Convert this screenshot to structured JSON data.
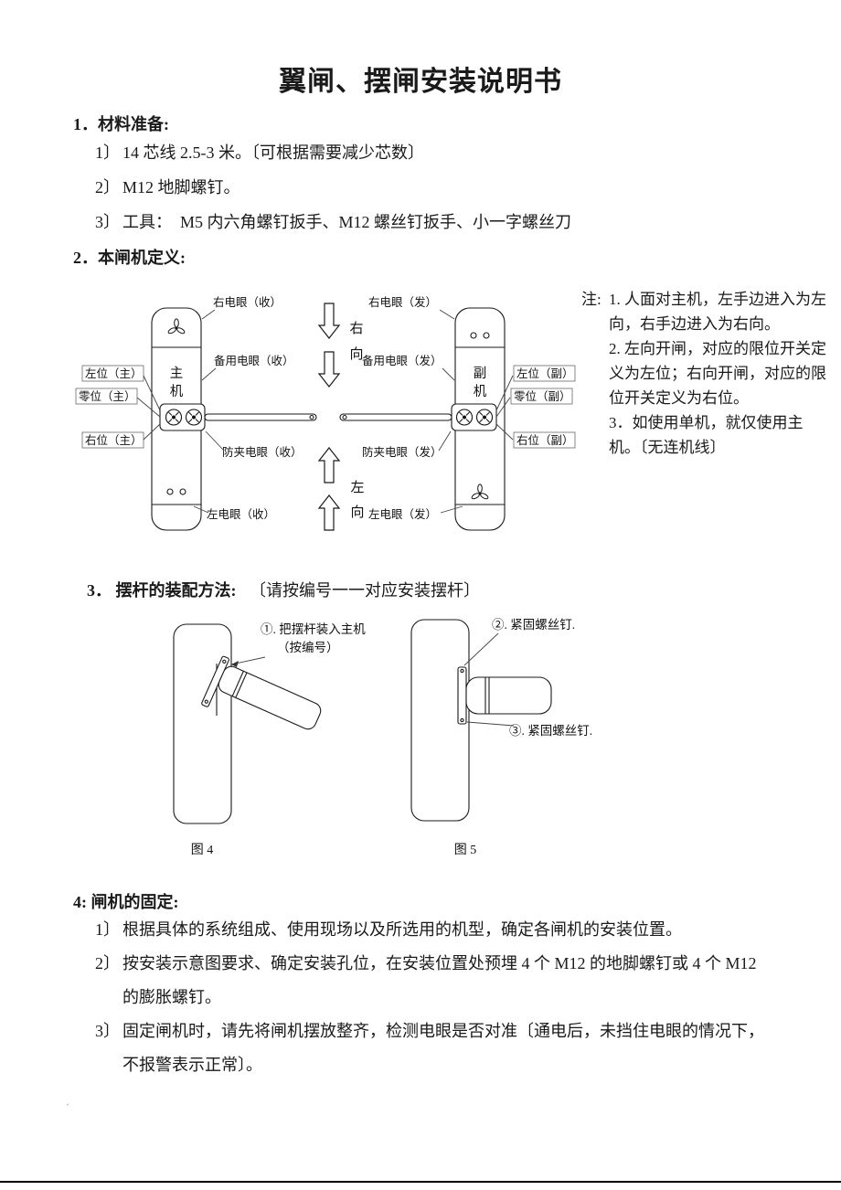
{
  "doc": {
    "title": "翼闸、摆闸安装说明书",
    "footer_mark": "ˊ"
  },
  "s1": {
    "heading": "1．材料准备:",
    "items": [
      {
        "marker": "1〕",
        "text": "14 芯线 2.5-3 米。〔可根据需要减少芯数〕"
      },
      {
        "marker": "2〕",
        "text": "M12 地脚螺钉。"
      },
      {
        "marker": "3〕",
        "text": "工具：  M5 内六角螺钉扳手、M12 螺丝钉扳手、小一字螺丝刀"
      }
    ]
  },
  "s2": {
    "heading": "2．本闸机定义:",
    "diagram": {
      "main_machine": {
        "line1": "主",
        "line2": "机"
      },
      "sub_machine": {
        "line1": "副",
        "line2": "机"
      },
      "main_labels": {
        "right_eye": "右电眼（收）",
        "backup_eye": "备用电眼（收）",
        "antipinch_eye": "防夹电眼（收）",
        "left_eye": "左电眼（收）",
        "left_pos": "左位（主）",
        "zero_pos": "零位（主）",
        "right_pos": "右位（主）"
      },
      "sub_labels": {
        "right_eye": "右电眼（发）",
        "backup_eye": "备用电眼（发）",
        "antipinch_eye": "防夹电眼（发）",
        "left_eye": "左电眼（发）",
        "left_pos": "左位（副）",
        "zero_pos": "零位（副）",
        "right_pos": "右位（副）"
      },
      "dir_right": {
        "c1": "右",
        "c2": "向"
      },
      "dir_left": {
        "c1": "左",
        "c2": "向"
      }
    },
    "notes": {
      "prefix": "注:",
      "items": [
        "1. 人面对主机，左手边进入为左向，右手边进入为右向。",
        "2. 左向开闸，对应的限位开关定义为左位；右向开闸，对应的限位开关定义为右位。",
        "3．如使用单机，就仅使用主机。〔无连机线〕"
      ]
    }
  },
  "s3": {
    "heading": "3．  摆杆的装配方法:",
    "heading_note": "〔请按编号一一对应安装摆杆〕",
    "fig4": {
      "callout1_line1": "①. 把摆杆装入主机",
      "callout1_line2": "（按编号）",
      "caption": "图 4"
    },
    "fig5": {
      "callout2": "②. 紧固螺丝钉.",
      "callout3": "③. 紧固螺丝钉.",
      "caption": "图 5"
    }
  },
  "s4": {
    "heading": "4: 闸机的固定:",
    "items": [
      {
        "marker": "1〕",
        "text": "根据具体的系统组成、使用现场以及所选用的机型，确定各闸机的安装位置。"
      },
      {
        "marker": "2〕",
        "text": "按安装示意图要求、确定安装孔位，在安装位置处预埋 4 个 M12 的地脚螺钉或 4 个 M12 的膨胀螺钉。"
      },
      {
        "marker": "3〕",
        "text": "固定闸机时，请先将闸机摆放整齐，检测电眼是否对准〔通电后，未挡住电眼的情况下，不报警表示正常〕。"
      }
    ]
  }
}
